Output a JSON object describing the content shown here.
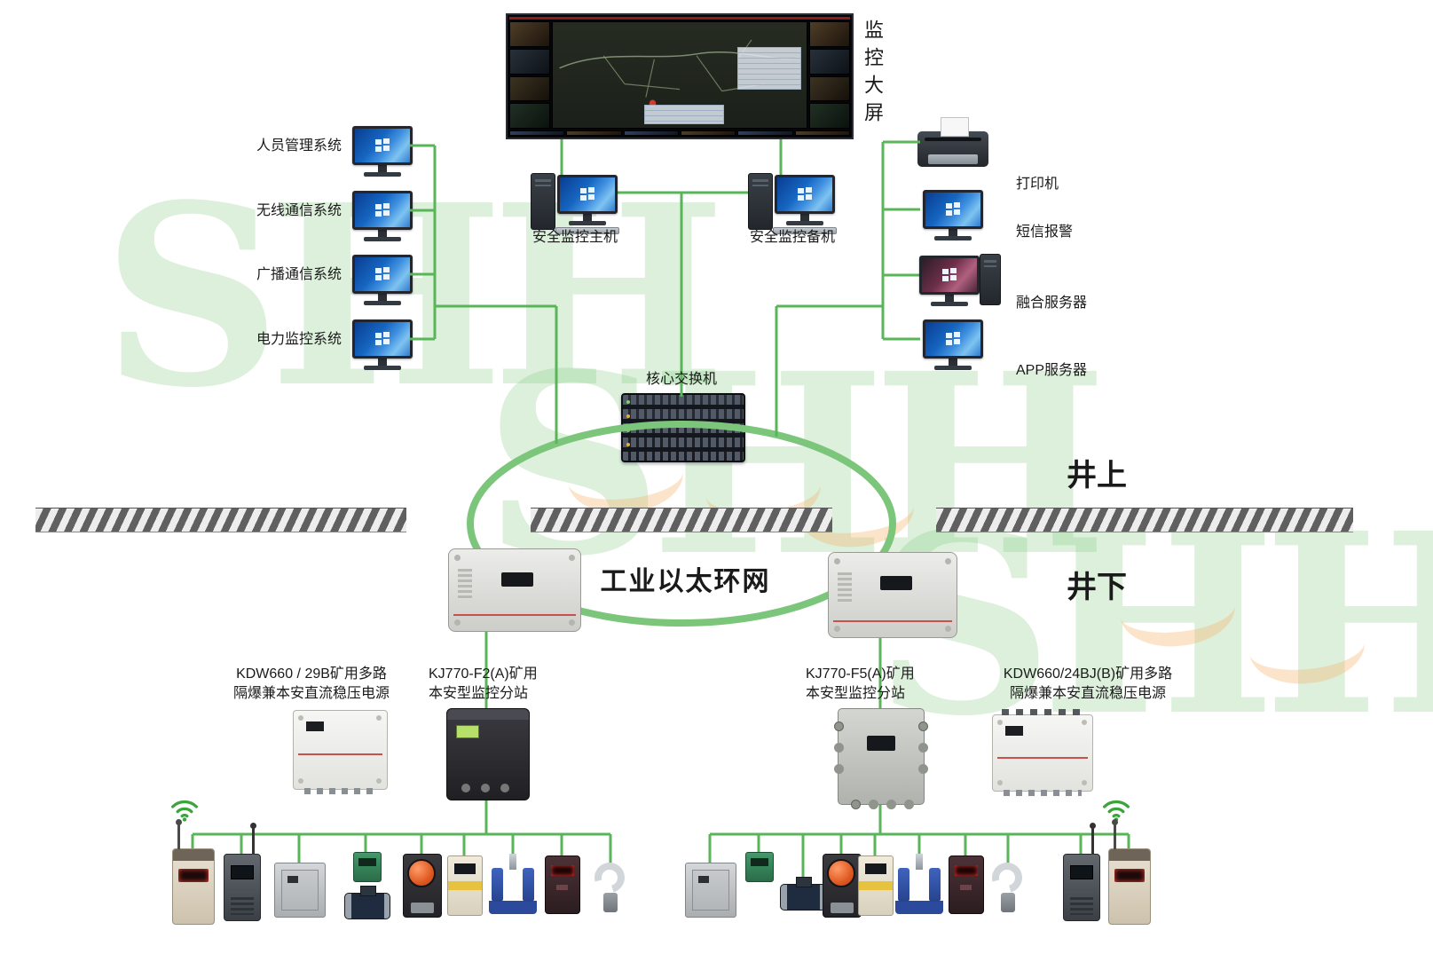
{
  "watermark": {
    "text": "SHH"
  },
  "video_wall": {
    "label": "监控大屏"
  },
  "left_systems": {
    "items": [
      {
        "label": "人员管理系统"
      },
      {
        "label": "无线通信系统"
      },
      {
        "label": "广播通信系统"
      },
      {
        "label": "电力监控系统"
      }
    ]
  },
  "center": {
    "main_host_label": "安全监控主机",
    "backup_host_label": "安全监控备机",
    "core_switch_label": "核心交换机"
  },
  "right_devices": {
    "items": [
      {
        "label": "打印机"
      },
      {
        "label": "短信报警"
      },
      {
        "label": "融合服务器"
      },
      {
        "label": "APP服务器"
      }
    ]
  },
  "ring": {
    "label": "工业以太环网",
    "surface_label": "井上",
    "underground_label": "井下"
  },
  "stations": {
    "left_power": {
      "line1": "KDW660 / 29B矿用多路",
      "line2": "隔爆兼本安直流稳压电源"
    },
    "left_station": {
      "line1": "KJ770-F2(A)矿用",
      "line2": "本安型监控分站"
    },
    "right_station": {
      "line1": "KJ770-F5(A)矿用",
      "line2": "本安型监控分站"
    },
    "right_power": {
      "line1": "KDW660/24BJ(B)矿用多路",
      "line2": "隔爆兼本安直流稳压电源"
    }
  },
  "colors": {
    "line_green": "#58b558",
    "ring_green": "#7cc67c",
    "accent_red": "#c75050",
    "hatch_dark": "#606060"
  }
}
